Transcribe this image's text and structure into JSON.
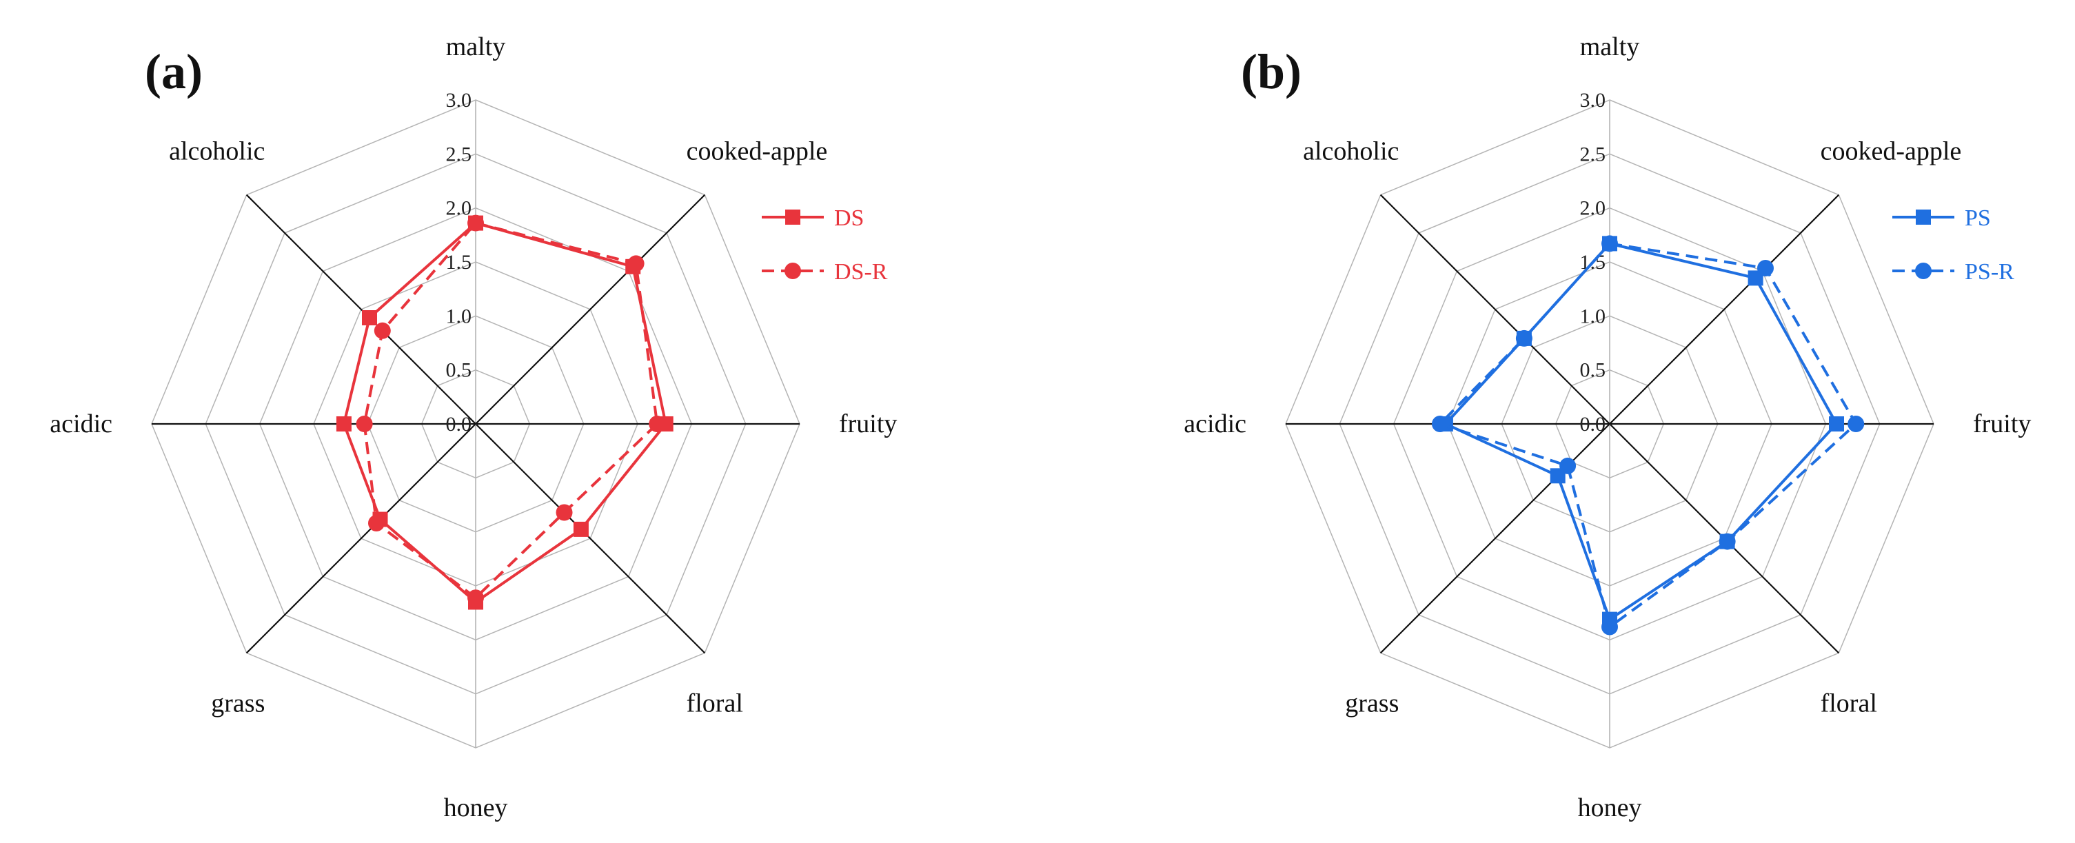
{
  "colors": {
    "panel_a": "#e8343c",
    "panel_b": "#1f6fe0",
    "grid": "#b4b4b4",
    "axis": "#111111"
  },
  "chart_data": [
    {
      "type": "radar",
      "panel_label": "(a)",
      "title": "",
      "categories": [
        "malty",
        "cooked-apple",
        "fruity",
        "floral",
        "honey",
        "grass",
        "acidic",
        "alcoholic"
      ],
      "range": [
        0,
        3.0
      ],
      "ticks": [
        "0.0",
        "0.5",
        "1.0",
        "1.5",
        "2.0",
        "2.5",
        "3.0"
      ],
      "grid": true,
      "legend_position": "top-right",
      "series": [
        {
          "name": "DS",
          "values": [
            1.86,
            2.06,
            1.76,
            1.38,
            1.65,
            1.25,
            1.22,
            1.39
          ],
          "line": "solid",
          "marker": "square"
        },
        {
          "name": "DS-R",
          "values": [
            1.86,
            2.1,
            1.68,
            1.16,
            1.61,
            1.3,
            1.03,
            1.22
          ],
          "line": "dashed",
          "marker": "circle"
        }
      ]
    },
    {
      "type": "radar",
      "panel_label": "(b)",
      "title": "",
      "categories": [
        "malty",
        "cooked-apple",
        "fruity",
        "floral",
        "honey",
        "grass",
        "acidic",
        "alcoholic"
      ],
      "range": [
        0,
        3.0
      ],
      "ticks": [
        "0.0",
        "0.5",
        "1.0",
        "1.5",
        "2.0",
        "2.5",
        "3.0"
      ],
      "grid": true,
      "legend_position": "top-right",
      "series": [
        {
          "name": "PS",
          "values": [
            1.67,
            1.91,
            2.1,
            1.54,
            1.81,
            0.68,
            1.52,
            1.12
          ],
          "line": "solid",
          "marker": "square"
        },
        {
          "name": "PS-R",
          "values": [
            1.67,
            2.04,
            2.28,
            1.54,
            1.88,
            0.55,
            1.57,
            1.12
          ],
          "line": "dashed",
          "marker": "circle"
        }
      ]
    }
  ]
}
